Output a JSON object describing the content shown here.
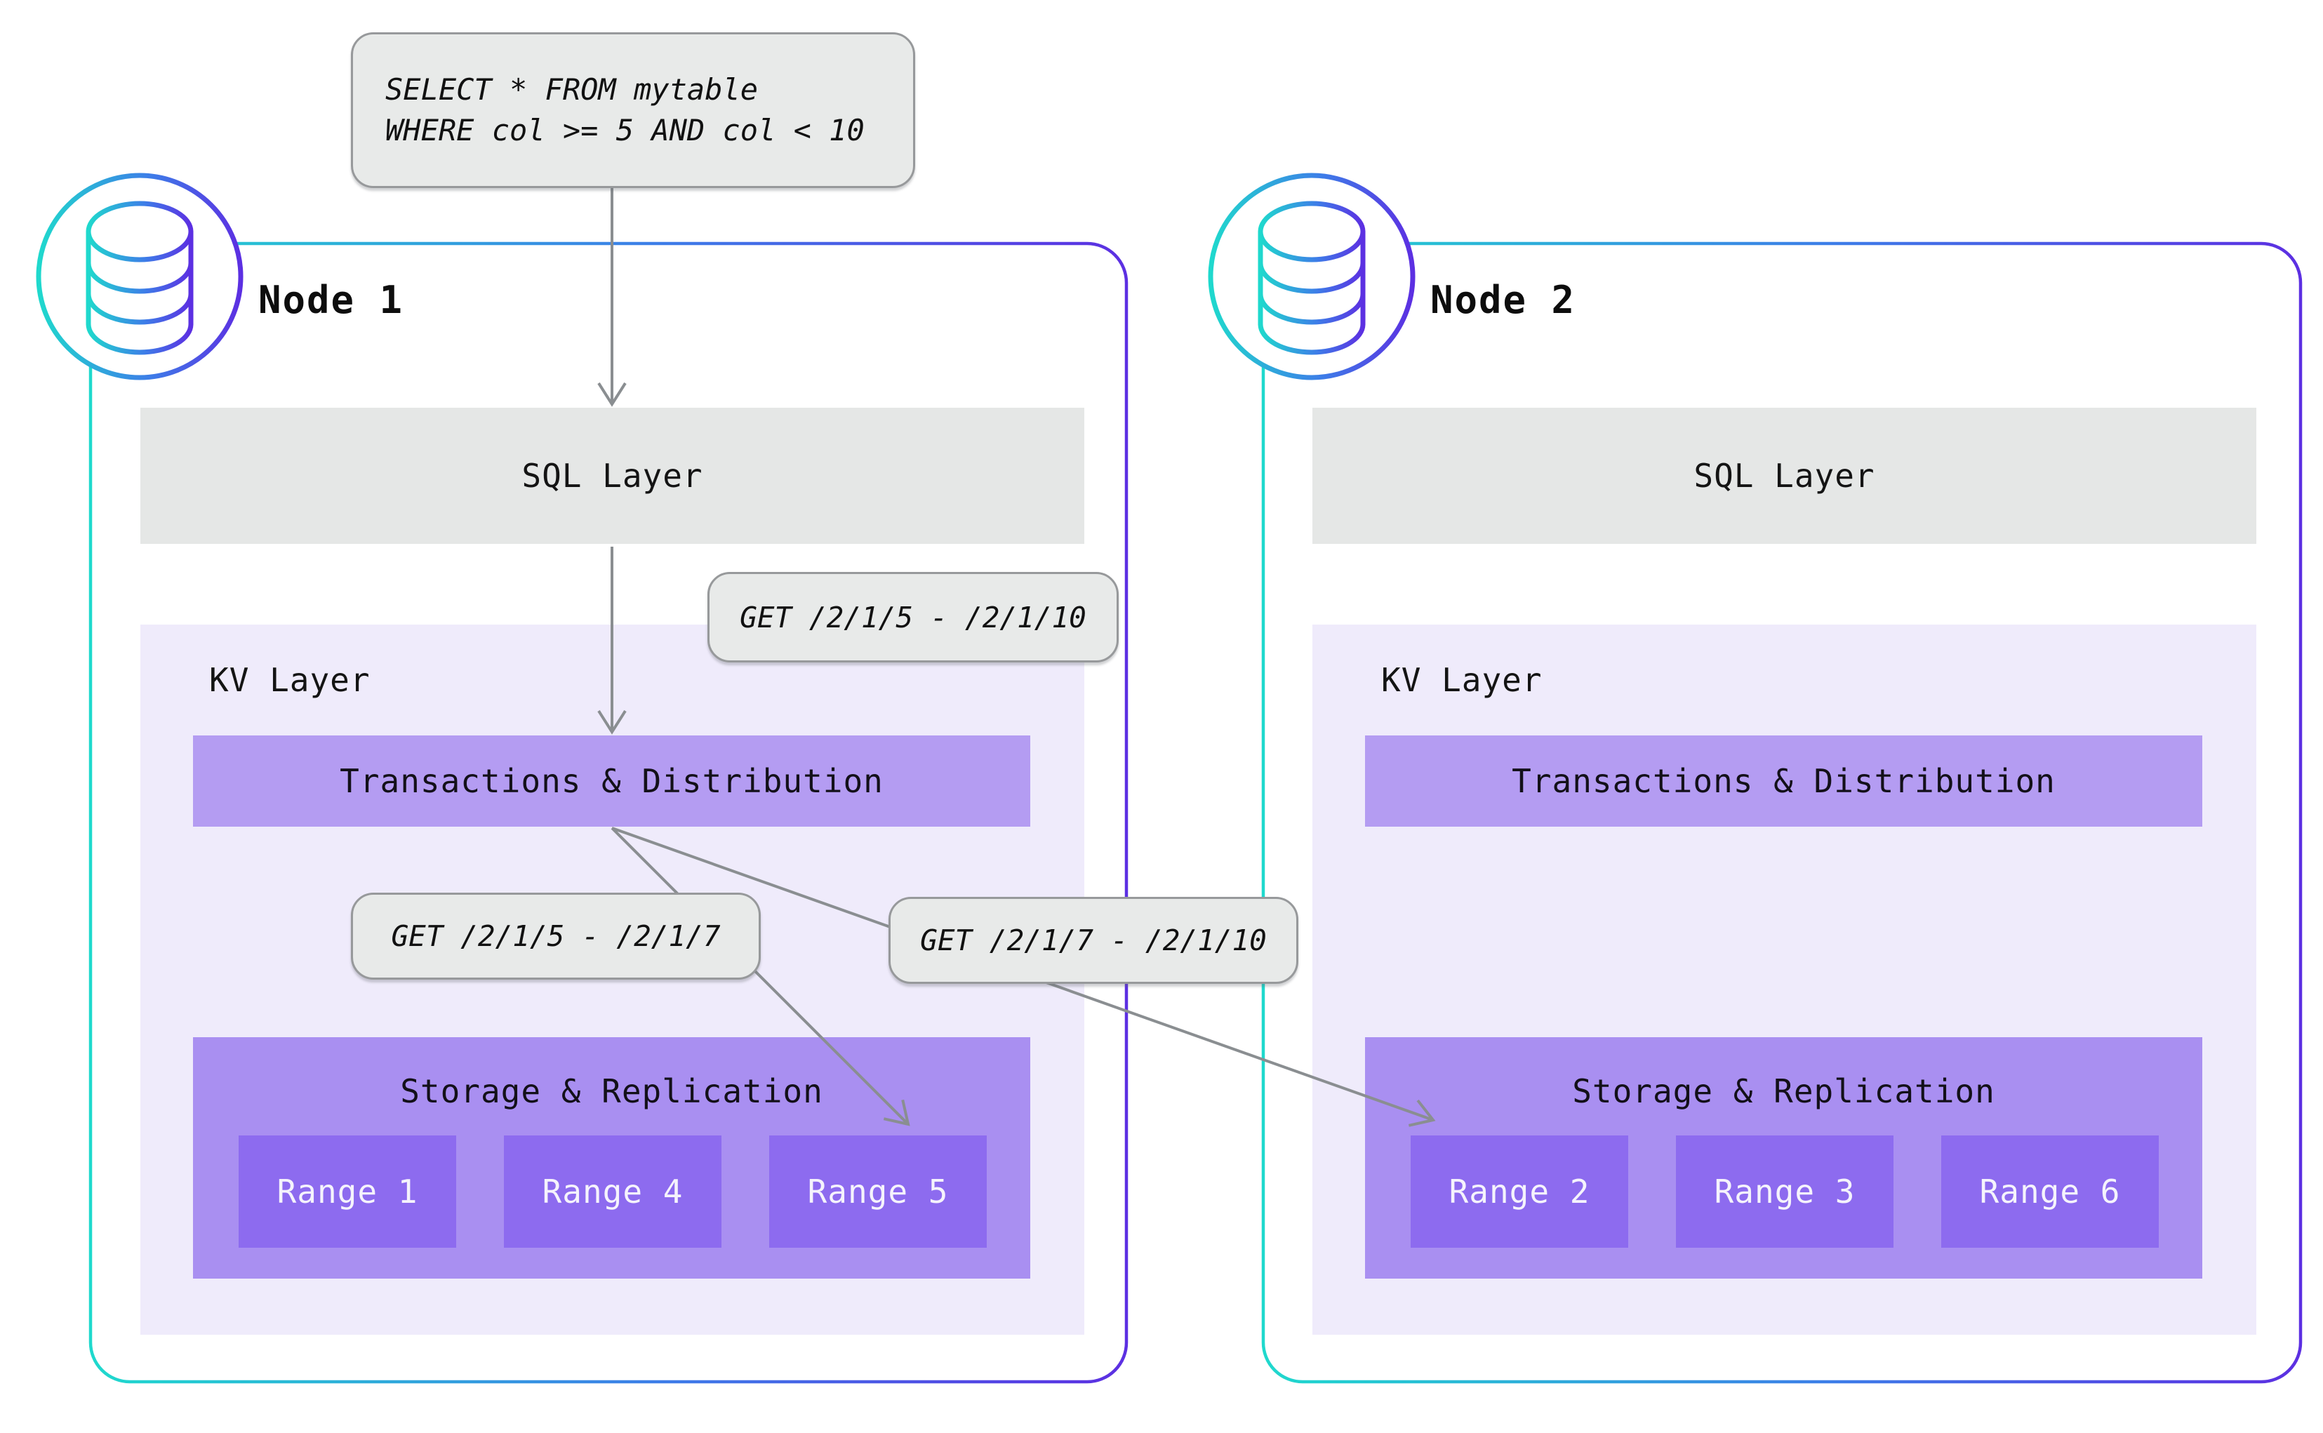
{
  "query_box": {
    "line1": "SELECT * FROM mytable",
    "line2": "WHERE col >= 5 AND col < 10"
  },
  "callouts": {
    "get_full": "GET /2/1/5 - /2/1/10",
    "get_left": "GET /2/1/5 - /2/1/7",
    "get_right": "GET /2/1/7 - /2/1/10"
  },
  "nodes": [
    {
      "title": "Node 1",
      "sql_layer": "SQL Layer",
      "kv_layer": "KV Layer",
      "transactions": "Transactions & Distribution",
      "storage": "Storage & Replication",
      "ranges": [
        "Range 1",
        "Range 4",
        "Range 5"
      ]
    },
    {
      "title": "Node 2",
      "sql_layer": "SQL Layer",
      "kv_layer": "KV Layer",
      "transactions": "Transactions & Distribution",
      "storage": "Storage & Replication",
      "ranges": [
        "Range 2",
        "Range 3",
        "Range 6"
      ]
    }
  ],
  "icons": [
    {
      "name": "database-icon",
      "node": "Node 1"
    },
    {
      "name": "database-icon",
      "node": "Node 2"
    }
  ],
  "colors": {
    "node_border_gradient_start": "#1fd9cd",
    "node_border_gradient_mid": "#3d7de8",
    "node_border_gradient_end": "#5c2fe2",
    "sql_layer_bg": "#e5e7e6",
    "callout_bg": "#e8eae9",
    "callout_border": "#97999b",
    "kv_layer_bg": "#efebfb",
    "transactions_bg": "#b49cf2",
    "storage_bg": "#a98ff1",
    "range_bg": "#8d6bef",
    "range_text": "#f5f3fc",
    "arrow": "#8a8e91",
    "text": "#141414",
    "background": "#ffffff"
  }
}
